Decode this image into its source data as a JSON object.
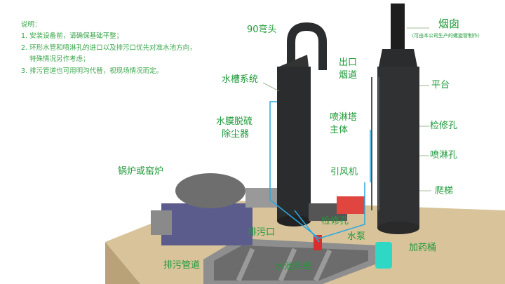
{
  "notes": {
    "title": "说明：",
    "items": [
      "1. 安装设备前，请确保基础平整；",
      "2. 环形水管和喷淋孔的进口以及排污口优先对准水池方向，",
      "特殊情况另作考虑；",
      "3. 排污管道也可用明沟代替，视现场情况而定。"
    ]
  },
  "labels": {
    "elbow": "90弯头",
    "chimney": "烟囱",
    "chimney_note": "（可由本公司生产的螺旋管制作）",
    "water_tank": "水槽系统",
    "outlet_flue_1": "出口",
    "outlet_flue_2": "烟道",
    "platform": "平台",
    "scrubber_1": "水膜脱硫",
    "scrubber_2": "除尘器",
    "spray_tower_1": "喷淋塔",
    "spray_tower_2": "主体",
    "inspection_hole_right": "检修孔",
    "spray_hole": "喷淋孔",
    "boiler": "锅炉或窑炉",
    "fan": "引风机",
    "ladder": "爬梯",
    "inspection_hole_bottom": "检修孔",
    "drain_outlet": "排污口",
    "pump": "水泵",
    "dosing_tank": "加药桶",
    "drain_pipe": "排污管道",
    "pool_system": "水池系统"
  },
  "colors": {
    "label": "#1f9a3a",
    "pipe": "#29a8e0",
    "tower": "#2a2c2e",
    "ground": "#d8c39a"
  }
}
